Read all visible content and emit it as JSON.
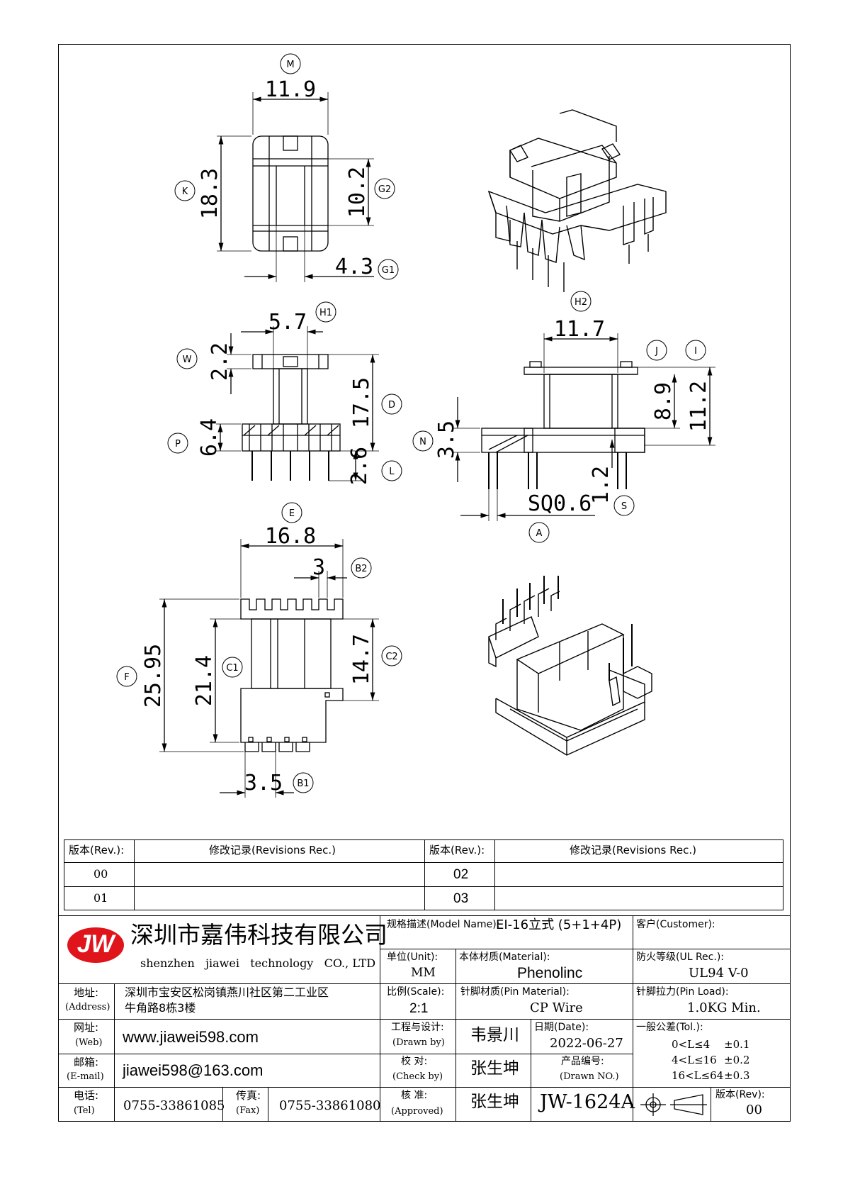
{
  "dimensions": {
    "top_view": {
      "M": "11.9",
      "K": "18.3",
      "G2": "10.2",
      "G1": "4.3"
    },
    "front_view": {
      "H1": "5.7",
      "W": "2.2",
      "D": "17.5",
      "P": "6.4",
      "L": "2.6"
    },
    "side_view": {
      "H2": "11.7",
      "J": "8.9",
      "I": "11.2",
      "N": "3.5",
      "S": "1.2",
      "SQ": "SQ0.6",
      "A": "A"
    },
    "bottom_view": {
      "E": "16.8",
      "B2": "3",
      "F": "25.95",
      "C1": "21.4",
      "C2": "14.7",
      "B1": "3.5"
    },
    "letters": {
      "M": "M",
      "K": "K",
      "G2": "G2",
      "G1": "G1",
      "H1": "H1",
      "W": "W",
      "D": "D",
      "P": "P",
      "L": "L",
      "H2": "H2",
      "J": "J",
      "I": "I",
      "N": "N",
      "S": "S",
      "A": "A",
      "E": "E",
      "B2": "B2",
      "F": "F",
      "C1": "C1",
      "C2": "C2",
      "B1": "B1"
    }
  },
  "revisions": {
    "header": {
      "rev": "版本(Rev.):",
      "rec": "修改记录(Revisions Rec.)"
    },
    "left_rows": [
      "00",
      "01"
    ],
    "right_rows": [
      "02",
      "03"
    ]
  },
  "company": {
    "logo": "JW",
    "name_cn": "深圳市嘉伟科技有限公司",
    "name_en": "shenzhen   jiawei   technology   CO., LTD",
    "address_label": "地址:",
    "address_label_en": "(Address)",
    "address_line1": "深圳市宝安区松岗镇燕川社区第二工业区",
    "address_line2": "牛角路8栋3楼",
    "web_label": "网址:",
    "web_label_en": "(Web)",
    "web": "www.jiawei598.com",
    "email_label": "邮箱:",
    "email_label_en": "(E-mail)",
    "email": "jiawei598@163.com",
    "tel_label": "电话:",
    "tel_label_en": "(Tel)",
    "tel": "0755-33861085",
    "fax_label": "传真:",
    "fax_label_en": "(Fax)",
    "fax": "0755-33861080"
  },
  "spec": {
    "model_label": "规格描述(Model Name):",
    "model": "EI-16立式 (5+1+4P)",
    "customer_label": "客户(Customer):",
    "unit_label": "单位(Unit):",
    "unit": "MM",
    "material_label": "本体材质(Material):",
    "material": "Phenolinc",
    "ul_label": "防火等级(UL Rec.):",
    "ul": "UL94 V-0",
    "scale_label": "比例(Scale):",
    "scale": "2:1",
    "pin_material_label": "针脚材质(Pin Material):",
    "pin_material": "CP Wire",
    "pin_load_label": "针脚拉力(Pin Load):",
    "pin_load": "1.0KG Min.",
    "drawn_label": "工程与设计:",
    "drawn_label_en": "(Drawn by)",
    "drawn_by": "韦景川",
    "date_label": "日期(Date):",
    "date": "2022-06-27",
    "check_label": "校  对:",
    "check_label_en": "(Check by)",
    "check_by": "张生坤",
    "drawn_no_label": "产品编号:",
    "drawn_no_label_en": "(Drawn NO.)",
    "approved_label": "核  准:",
    "approved_label_en": "(Approved)",
    "approved_by": "张生坤",
    "drawing_no": "JW-1624A",
    "tol_label": "一般公差(Tol.):",
    "tol": [
      {
        "range": "0<L≤4",
        "value": "±0.1"
      },
      {
        "range": "4<L≤16",
        "value": "±0.2"
      },
      {
        "range": "16<L≤64",
        "value": "±0.3"
      }
    ],
    "rev_label": "版本(Rev):",
    "rev": "00"
  },
  "colors": {
    "logo": "#e0141b"
  }
}
